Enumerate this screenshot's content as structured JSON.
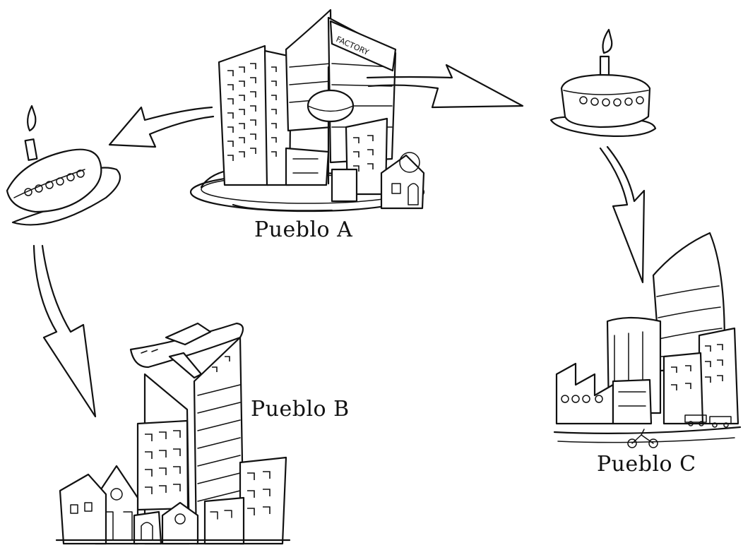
{
  "towns": [
    {
      "id": "a",
      "label": "Pueblo A",
      "icon": "city-factory-icon"
    },
    {
      "id": "b",
      "label": "Pueblo B",
      "icon": "city-airplane-icon"
    },
    {
      "id": "c",
      "label": "Pueblo C",
      "icon": "city-industrial-icon"
    }
  ],
  "factory_sign": "FACTORY",
  "cakes": [
    {
      "id": "left",
      "icon": "birthday-cake-icon"
    },
    {
      "id": "right",
      "icon": "birthday-cake-icon"
    }
  ],
  "arrows": [
    {
      "from": "Pueblo A",
      "to": "cake-left"
    },
    {
      "from": "cake-left",
      "to": "Pueblo B"
    },
    {
      "from": "Pueblo A",
      "to": "cake-right"
    },
    {
      "from": "cake-right",
      "to": "Pueblo C"
    }
  ]
}
